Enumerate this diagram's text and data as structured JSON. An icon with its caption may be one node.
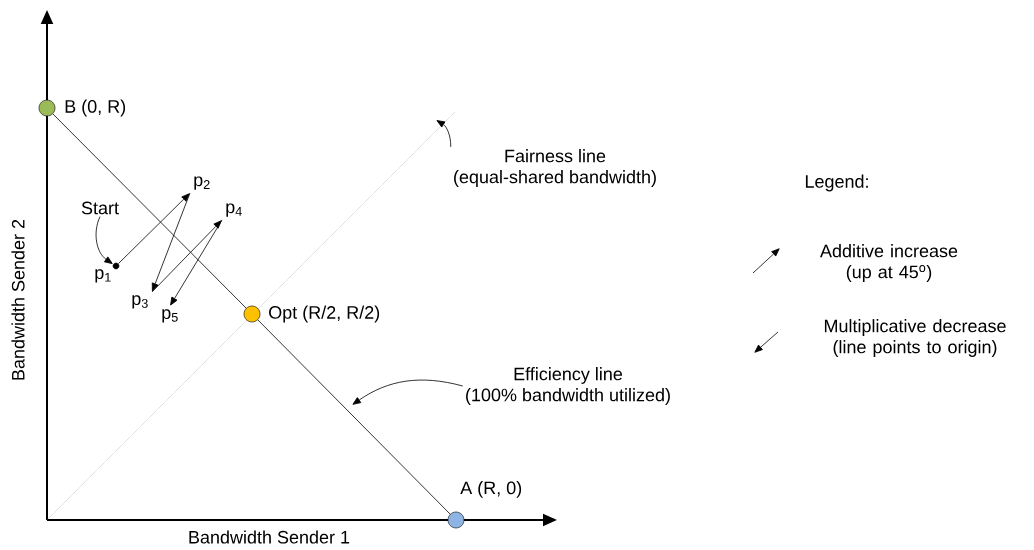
{
  "diagram": {
    "nodes": [
      {
        "text": [],
        "shape": "circle",
        "beside": [
          "B (0, R)"
        ]
      },
      {
        "text": [
          "Fairness line",
          "(equal-shared bandwidth)"
        ]
      },
      {
        "text": [
          "Start"
        ]
      },
      {
        "text": [],
        "shape": "circle",
        "beside": [
          "p$_{1}$"
        ]
      },
      {
        "text": [
          "p$_{2}$"
        ]
      },
      {
        "text": [
          "p$_{3}$"
        ]
      },
      {
        "text": [
          "p$_{4}$"
        ]
      },
      {
        "text": [
          "p$_{5}$"
        ]
      },
      {
        "text": [],
        "shape": "circle",
        "beside": [
          "Opt (R/2, R/2)"
        ]
      },
      {
        "text": [
          "Efficiency line",
          "(100% bandwidth utilized)"
        ]
      },
      {
        "text": [],
        "shape": "circle",
        "beside": [
          "A (R, 0)"
        ]
      }
    ],
    "edges": [
      {
        "from": 0,
        "to": 8,
        "arrow": "none"
      },
      {
        "from": 8,
        "to": 10,
        "arrow": "none"
      },
      {
        "from": 1,
        "to": null,
        "arrow": "to"
      },
      {
        "from": 2,
        "to": 3,
        "arrow": "to"
      },
      {
        "from": 3,
        "to": 4,
        "arrow": "to"
      },
      {
        "from": 4,
        "to": 5,
        "arrow": "to"
      },
      {
        "from": 5,
        "to": 6,
        "arrow": "to"
      },
      {
        "from": 6,
        "to": 7,
        "arrow": "to"
      },
      {
        "from": 9,
        "to": null,
        "arrow": "to"
      }
    ],
    "labels": [
      "Legend:",
      "Bandwidth Sender 2",
      "Bandwidth Sender 1"
    ],
    "legend": [
      {
        "text": "Additive increase (up at 45$^{o}$)"
      },
      {
        "text": "Multiplicative decrease (line points to origin)"
      }
    ]
  }
}
